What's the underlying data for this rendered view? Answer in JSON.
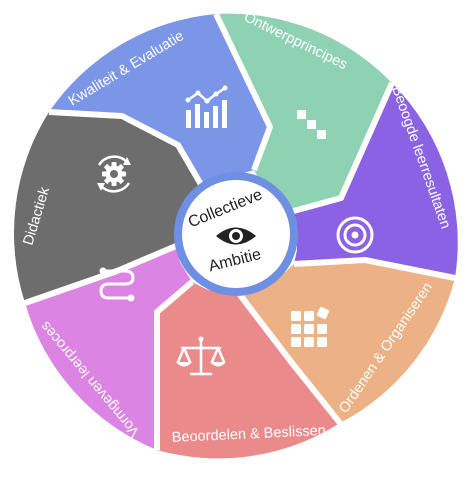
{
  "center": {
    "line1": "Collectieve",
    "line2": "Ambitie",
    "icon": "eye-icon",
    "ring_color": "#6f8fe3"
  },
  "segments": [
    {
      "id": "kwaliteit-evaluatie",
      "label": "Kwaliteit & Evaluatie",
      "color": "#7b96e6",
      "icon": "bar-chart-trend-icon"
    },
    {
      "id": "ontwerpprincipes",
      "label": "Ontwerpprincipes",
      "color": "#8fd1b3",
      "icon": "stairs-blocks-icon"
    },
    {
      "id": "beoogde-leerresultaten",
      "label": "Beoogde leerresultaten",
      "color": "#8a62e3",
      "icon": "target-icon"
    },
    {
      "id": "ordenen-organiseren",
      "label": "Ordenen & Organiseren",
      "color": "#ecb184",
      "icon": "tiles-grid-icon"
    },
    {
      "id": "beoordelen-beslissen",
      "label": "Beoordelen & Beslissen",
      "color": "#ea8a8a",
      "icon": "scales-icon"
    },
    {
      "id": "vormgeven-leerproces",
      "label": "Vormgeven leerproces",
      "color": "#db84e3",
      "icon": "path-route-icon"
    },
    {
      "id": "didactiek",
      "label": "Didactiek",
      "color": "#6d6d6d",
      "icon": "gear-cycle-icon"
    }
  ]
}
